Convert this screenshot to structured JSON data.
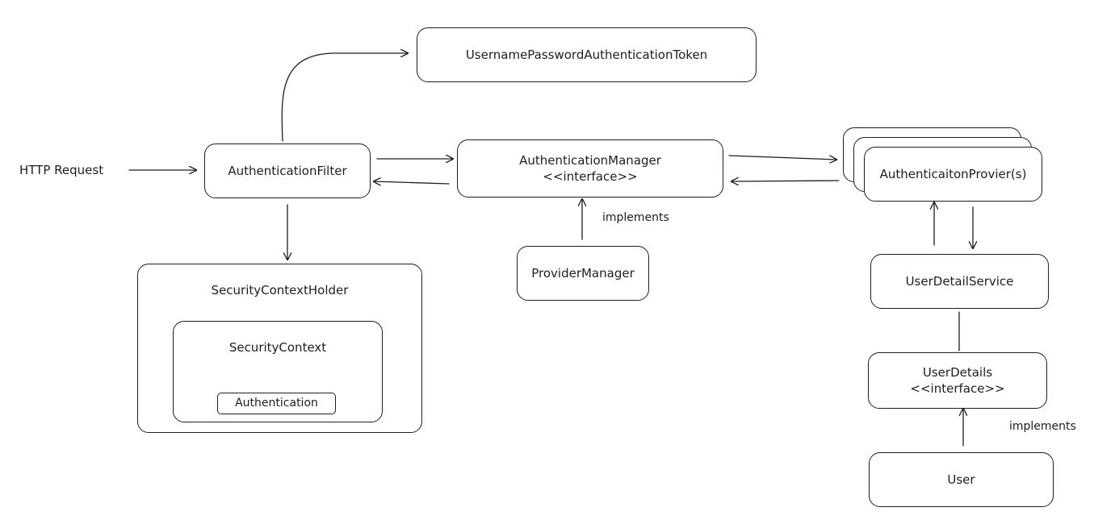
{
  "diagram": {
    "nodes": {
      "token": "UsernamePasswordAuthenticationToken",
      "filter": "AuthenticationFilter",
      "manager_name": "AuthenticationManager",
      "manager_stereotype": "<<interface>>",
      "provider": "AuthenticaitonProvier(s)",
      "provider_manager": "ProviderManager",
      "context_holder": "SecurityContextHolder",
      "security_context": "SecurityContext",
      "authentication": "Authentication",
      "user_detail_service": "UserDetailService",
      "user_details_name": "UserDetails",
      "user_details_stereotype": "<<interface>>",
      "user": "User"
    },
    "labels": {
      "http_request": "HTTP Request",
      "implements_manager": "implements",
      "implements_user": "implements"
    }
  }
}
